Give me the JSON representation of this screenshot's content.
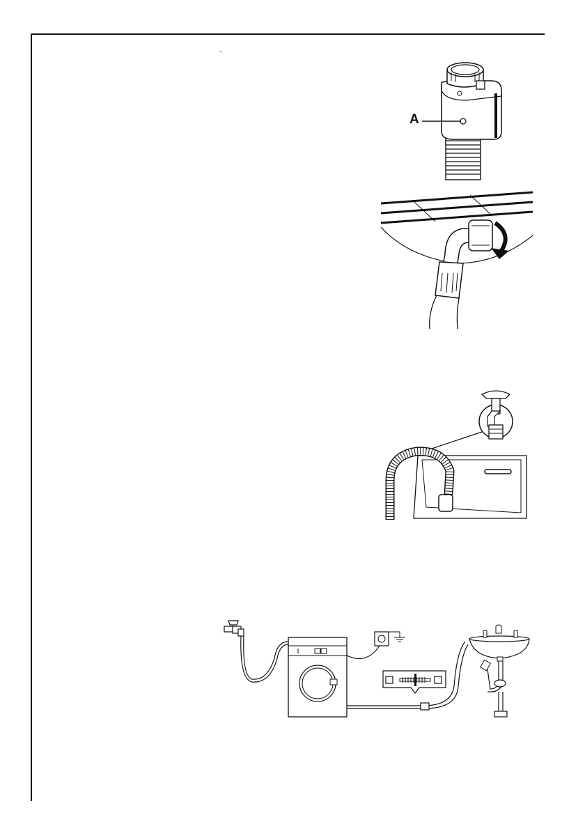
{
  "document": {
    "figures": [
      {
        "id": "hose-adapter",
        "callouts": [
          "A"
        ]
      },
      {
        "id": "drain-hose-connection",
        "callouts": []
      },
      {
        "id": "hose-over-sink-edge",
        "callouts": []
      },
      {
        "id": "installation-overview",
        "callouts": []
      }
    ],
    "callout_a": "A"
  }
}
